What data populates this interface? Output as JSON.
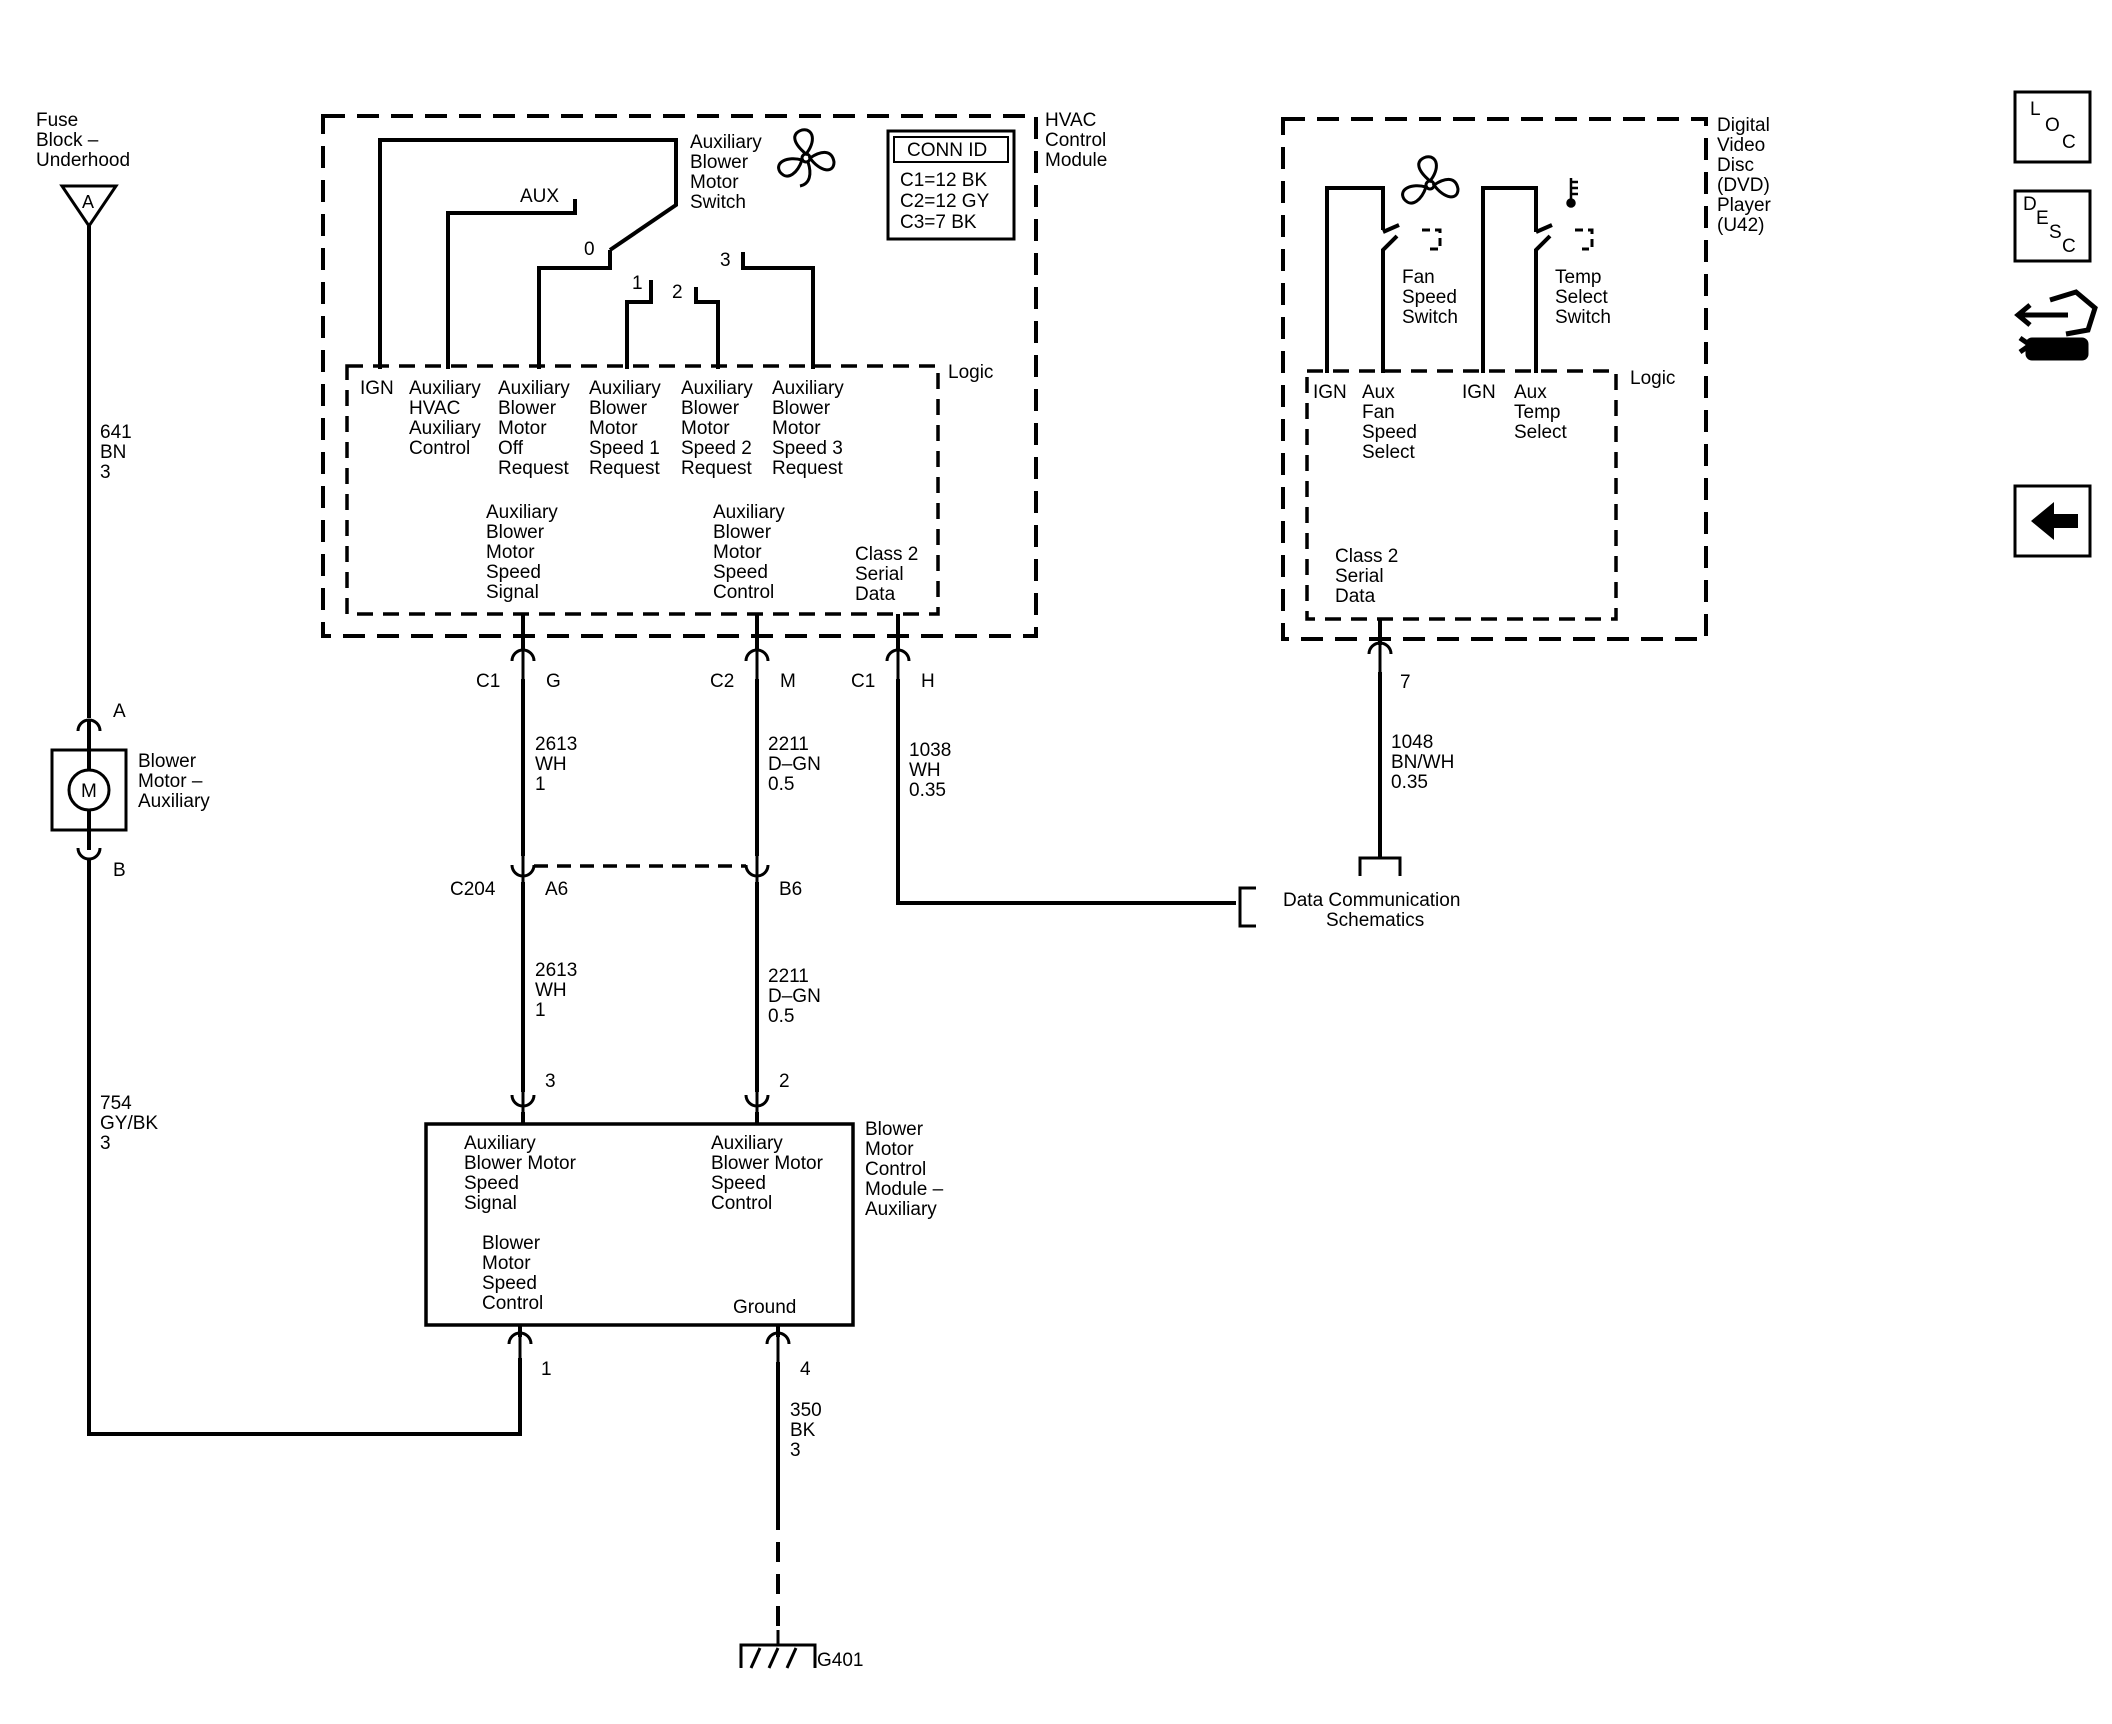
{
  "fuse_block": {
    "lines": [
      "Fuse",
      "Block –",
      "Underhood"
    ],
    "terminal": "A"
  },
  "wire_641": {
    "lines": [
      "641",
      "BN",
      "3"
    ]
  },
  "blower_motor": {
    "lines": [
      "Blower",
      "Motor –",
      "Auxiliary"
    ],
    "symbol": "M",
    "pin_a": "A",
    "pin_b": "B"
  },
  "wire_754": {
    "lines": [
      "754",
      "GY/BK",
      "3"
    ]
  },
  "hvac_module": {
    "title_lines": [
      "HVAC",
      "Control",
      "Module"
    ],
    "switch_lines": [
      "Auxiliary",
      "Blower",
      "Motor",
      "Switch"
    ],
    "aux": "AUX",
    "positions": [
      "0",
      "1",
      "2",
      "3"
    ],
    "conn_id": {
      "title": "CONN ID",
      "rows": [
        "C1=12 BK",
        "C2=12 GY",
        "C3=7 BK"
      ]
    },
    "logic": "Logic",
    "inputs": [
      {
        "lines": [
          "IGN"
        ]
      },
      {
        "lines": [
          "Auxiliary",
          "HVAC",
          "Auxiliary",
          "Control"
        ]
      },
      {
        "lines": [
          "Auxiliary",
          "Blower",
          "Motor",
          "Off",
          "Request"
        ]
      },
      {
        "lines": [
          "Auxiliary",
          "Blower",
          "Motor",
          "Speed 1",
          "Request"
        ]
      },
      {
        "lines": [
          "Auxiliary",
          "Blower",
          "Motor",
          "Speed 2",
          "Request"
        ]
      },
      {
        "lines": [
          "Auxiliary",
          "Blower",
          "Motor",
          "Speed 3",
          "Request"
        ]
      }
    ],
    "outputs": [
      {
        "lines": [
          "Auxiliary",
          "Blower",
          "Motor",
          "Speed",
          "Signal"
        ]
      },
      {
        "lines": [
          "Auxiliary",
          "Blower",
          "Motor",
          "Speed",
          "Control"
        ]
      },
      {
        "lines": [
          "Class 2",
          "Serial",
          "Data"
        ]
      }
    ]
  },
  "connectors": {
    "c1_g": {
      "conn": "C1",
      "pin": "G"
    },
    "c2_m": {
      "conn": "C2",
      "pin": "M"
    },
    "c1_h": {
      "conn": "C1",
      "pin": "H"
    },
    "c204": {
      "conn": "C204",
      "pin_a6": "A6",
      "pin_b6": "B6"
    }
  },
  "wires": {
    "w2613_top": [
      "2613",
      "WH",
      "1"
    ],
    "w2211_top": [
      "2211",
      "D–GN",
      "0.5"
    ],
    "w1038": [
      "1038",
      "WH",
      "0.35"
    ],
    "w2613_bot": [
      "2613",
      "WH",
      "1"
    ],
    "w2211_bot": [
      "2211",
      "D–GN",
      "0.5"
    ],
    "w1048": [
      "1048",
      "BN/WH",
      "0.35"
    ],
    "w350": [
      "350",
      "BK",
      "3"
    ]
  },
  "dvd_player": {
    "title_lines": [
      "Digital",
      "Video",
      "Disc",
      "(DVD)",
      "Player",
      "(U42)"
    ],
    "fan_switch_lines": [
      "Fan",
      "Speed",
      "Switch"
    ],
    "temp_switch_lines": [
      "Temp",
      "Select",
      "Switch"
    ],
    "logic": "Logic",
    "inputs": [
      {
        "lines": [
          "IGN"
        ]
      },
      {
        "lines": [
          "Aux",
          "Fan",
          "Speed",
          "Select"
        ]
      },
      {
        "lines": [
          "IGN"
        ]
      },
      {
        "lines": [
          "Aux",
          "Temp",
          "Select"
        ]
      }
    ],
    "serial": [
      "Class 2",
      "Serial",
      "Data"
    ],
    "pin": "7"
  },
  "data_comm": {
    "lines": [
      "Data Communication",
      "Schematics"
    ]
  },
  "blower_control_module": {
    "title_lines": [
      "Blower",
      "Motor",
      "Control",
      "Module –",
      "Auxiliary"
    ],
    "sig_lines": [
      "Auxiliary",
      "Blower Motor",
      "Speed",
      "Signal"
    ],
    "ctrl_lines": [
      "Auxiliary",
      "Blower Motor",
      "Speed",
      "Control"
    ],
    "bmsc_lines": [
      "Blower",
      "Motor",
      "Speed",
      "Control"
    ],
    "ground": "Ground",
    "pins": {
      "p3": "3",
      "p2": "2",
      "p1": "1",
      "p4": "4"
    }
  },
  "ground_point": "G401",
  "nav": {
    "loc": {
      "letters": [
        "L",
        "O",
        "C"
      ]
    },
    "desc": {
      "letters": [
        "D",
        "E",
        "S",
        "C"
      ]
    },
    "back_arrow": "←"
  }
}
